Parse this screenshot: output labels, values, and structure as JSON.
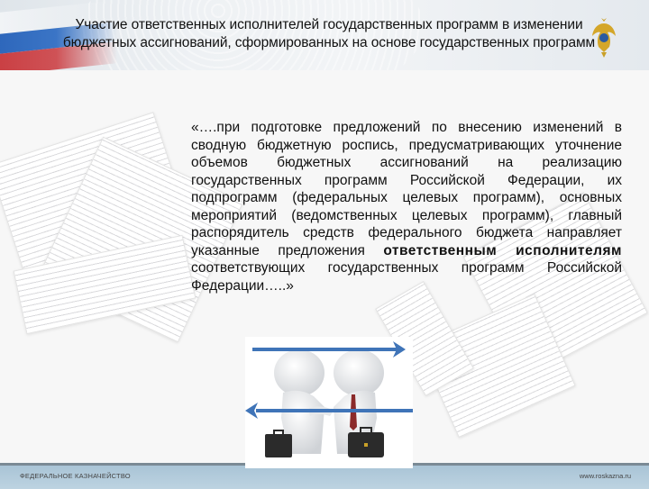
{
  "header": {
    "title_line1": "Участие ответственных исполнителей государственных программ в изменении",
    "title_line2": "бюджетных ассигнований, сформированных на основе государственных программ",
    "flag_colors": [
      "#ffffff",
      "#2a63b8",
      "#c83a3e"
    ],
    "emblem": "double-headed-eagle-emblem"
  },
  "quote": {
    "part1": "«….при подготовке предложений по внесению изменений в сводную бюджетную роспись, предусматривающих уточнение объемов бюджетных ассигнований на реализацию государственных программ Российской Федерации, их подпрограмм (федеральных целевых программ), основных мероприятий (ведомственных целевых программ), главный распорядитель средств федерального бюджета направляет указанные предложения",
    "bold": "ответственным исполнителям",
    "part2": "соответствующих государственных программ Российской Федерации…..»"
  },
  "illustration": {
    "description": "two-figures-handshake-with-briefcases",
    "arrow_color": "#3f74b8",
    "arrows": [
      "right-arrow",
      "left-arrow"
    ]
  },
  "footer": {
    "left": "ФЕДЕРАЛЬНОЕ КАЗНАЧЕЙСТВО",
    "right": "www.roskazna.ru"
  }
}
